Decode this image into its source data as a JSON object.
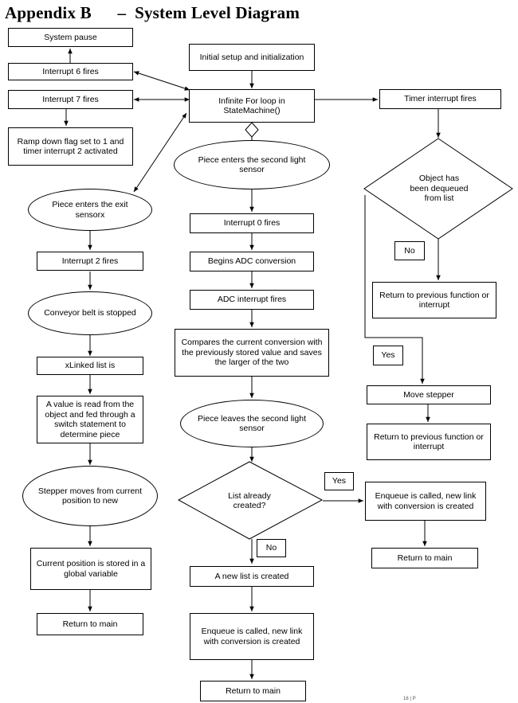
{
  "title": "Appendix B      –  System Level Diagram",
  "nodes": {
    "system_pause": "System pause",
    "interrupt6": "Interrupt 6 fires",
    "interrupt7": "Interrupt 7 fires",
    "ramp_down": "Ramp down flag set to 1 and timer interrupt 2 activated",
    "initial_setup": "Initial setup and initialization",
    "infinite_loop": "Infinite For loop in StateMachine()",
    "timer_interrupt": "Timer interrupt fires",
    "object_dequeued": "Object has been dequeued from list",
    "no_label_right": "No",
    "return_prev_1": "Return to previous function or interrupt",
    "yes_label_right": "Yes",
    "move_stepper": "Move stepper",
    "return_prev_2": "Return to previous function or interrupt",
    "piece_enters_second": "Piece enters the second light sensor",
    "interrupt0": "Interrupt 0 fires",
    "begins_adc": "Begins ADC conversion",
    "adc_interrupt": "ADC interrupt fires",
    "compares": "Compares the current conversion with the previously stored value and saves the larger of the two",
    "piece_leaves_second": "Piece leaves the second light sensor",
    "list_created": "List already created?",
    "yes_label_mid": "Yes",
    "no_label_mid": "No",
    "new_list": "A new list is created",
    "enqueue_mid": "Enqueue is called, new link with conversion is created",
    "return_main_mid": "Return to main",
    "enqueue_right": "Enqueue is called, new link with conversion is created",
    "return_main_right": "Return to main",
    "piece_enters_exit": "Piece enters the exit sensorx",
    "interrupt2": "Interrupt 2 fires",
    "conveyor_stopped": "Conveyor belt is stopped",
    "xlinked": "xLinked list is",
    "value_read": "A value is read from the object and fed through a switch statement to determine piece",
    "stepper_moves": "Stepper moves from current position to new",
    "current_position": "Current position is stored in a global variable",
    "return_main_left": "Return to main"
  },
  "page_number": "16 | P"
}
